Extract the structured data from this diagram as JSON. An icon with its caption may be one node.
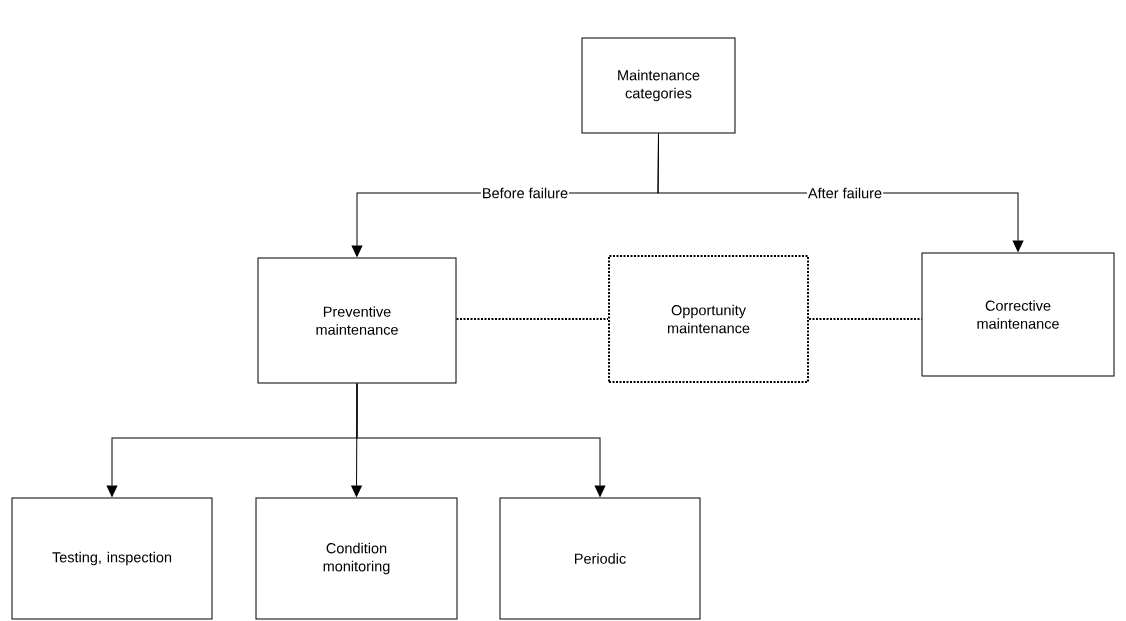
{
  "diagram": {
    "nodes": [
      {
        "text": [
          "Maintenance categories"
        ]
      },
      {
        "text": [
          "Preventive maintenance"
        ]
      },
      {
        "text": [
          "Opportunity maintenance"
        ]
      },
      {
        "text": [
          "Corrective maintenance"
        ]
      },
      {
        "text": [
          "Testing, inspection"
        ]
      },
      {
        "text": [
          "Condition monitoring"
        ]
      },
      {
        "text": [
          "Periodic"
        ]
      }
    ],
    "edges": [
      {
        "from": 0,
        "to": 1,
        "arrow": "to",
        "label": "Before failure"
      },
      {
        "from": 0,
        "to": 3,
        "arrow": "to",
        "label": "After failure"
      },
      {
        "from": 1,
        "to": 2,
        "arrow": "none",
        "style": "dashed"
      },
      {
        "from": 2,
        "to": 3,
        "arrow": "none",
        "style": "dashed"
      },
      {
        "from": 1,
        "to": 4,
        "arrow": "to"
      },
      {
        "from": 1,
        "to": 5,
        "arrow": "to"
      },
      {
        "from": 1,
        "to": 6,
        "arrow": "to"
      }
    ]
  }
}
